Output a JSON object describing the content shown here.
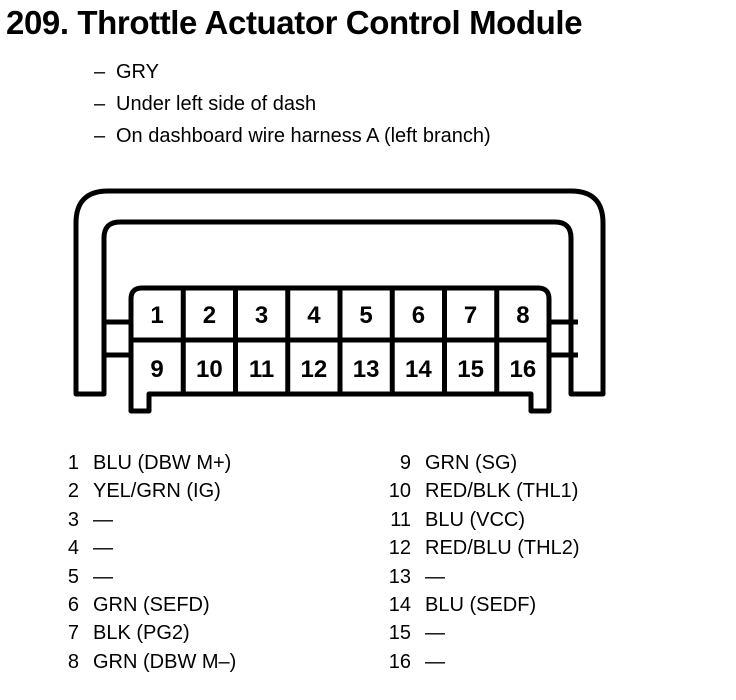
{
  "page": {
    "title": "209. Throttle Actuator Control Module"
  },
  "details": {
    "dash": "–",
    "items": [
      "GRY",
      "Under left side of dash",
      "On dashboard wire harness A (left branch)"
    ]
  },
  "connector": {
    "rows": [
      [
        "1",
        "2",
        "3",
        "4",
        "5",
        "6",
        "7",
        "8"
      ],
      [
        "9",
        "10",
        "11",
        "12",
        "13",
        "14",
        "15",
        "16"
      ]
    ]
  },
  "pin_list": {
    "columns": [
      {
        "rows": [
          {
            "num": "1",
            "label": "BLU (DBW M+)"
          },
          {
            "num": "2",
            "label": "YEL/GRN (IG)"
          },
          {
            "num": "3",
            "label": "—"
          },
          {
            "num": "4",
            "label": "—"
          },
          {
            "num": "5",
            "label": "—"
          },
          {
            "num": "6",
            "label": "GRN (SEFD)"
          },
          {
            "num": "7",
            "label": "BLK (PG2)"
          },
          {
            "num": "8",
            "label": "GRN (DBW M–)"
          }
        ]
      },
      {
        "rows": [
          {
            "num": "9",
            "label": "GRN (SG)"
          },
          {
            "num": "10",
            "label": "RED/BLK (THL1)"
          },
          {
            "num": "11",
            "label": "BLU (VCC)"
          },
          {
            "num": "12",
            "label": "RED/BLU (THL2)"
          },
          {
            "num": "13",
            "label": "—"
          },
          {
            "num": "14",
            "label": "BLU (SEDF)"
          },
          {
            "num": "15",
            "label": "—"
          },
          {
            "num": "16",
            "label": "—"
          }
        ]
      }
    ]
  },
  "colors": {
    "ink": "#000000",
    "paper": "#ffffff"
  }
}
